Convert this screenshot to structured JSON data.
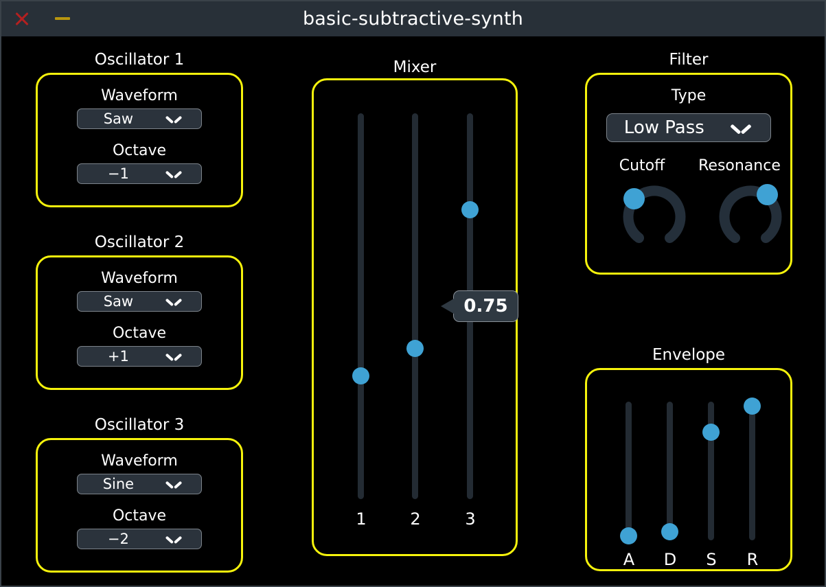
{
  "window": {
    "title": "basic-subtractive-synth",
    "close_icon": "close-icon",
    "minimize_icon": "minimize-icon",
    "accent_border": "#f6f30c",
    "handle_color": "#3fa2d4",
    "titlebar_color": "#283038"
  },
  "oscillators": [
    {
      "title": "Oscillator 1",
      "waveform_label": "Waveform",
      "waveform_value": "Saw",
      "octave_label": "Octave",
      "octave_value": "−1"
    },
    {
      "title": "Oscillator 2",
      "waveform_label": "Waveform",
      "waveform_value": "Saw",
      "octave_label": "Octave",
      "octave_value": "+1"
    },
    {
      "title": "Oscillator 3",
      "waveform_label": "Waveform",
      "waveform_value": "Sine",
      "octave_label": "Octave",
      "octave_value": "−2"
    }
  ],
  "mixer": {
    "title": "Mixer",
    "sliders": [
      {
        "caption": "1",
        "value": 0.32
      },
      {
        "caption": "2",
        "value": 0.39
      },
      {
        "caption": "3",
        "value": 0.75
      }
    ],
    "tooltip": {
      "value": "0.75",
      "target_slider": "3"
    }
  },
  "filter": {
    "title": "Filter",
    "type_label": "Type",
    "type_value": "Low Pass",
    "knobs": [
      {
        "label": "Cutoff",
        "angle_deg": -52
      },
      {
        "label": "Resonance",
        "angle_deg": 40
      }
    ]
  },
  "envelope": {
    "title": "Envelope",
    "sliders": [
      {
        "caption": "A",
        "value": 0.03
      },
      {
        "caption": "D",
        "value": 0.06
      },
      {
        "caption": "S",
        "value": 0.78
      },
      {
        "caption": "R",
        "value": 0.97
      }
    ]
  }
}
